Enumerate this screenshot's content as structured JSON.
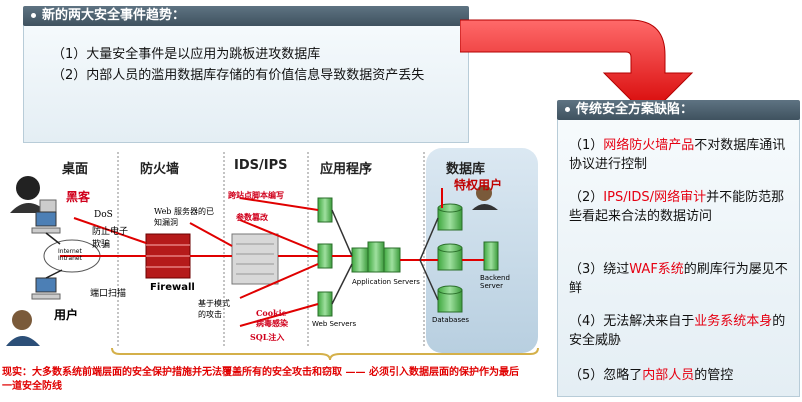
{
  "left_panel": {
    "title": "新的两大安全事件趋势：",
    "items": [
      "（1）大量安全事件是以应用为跳板进攻数据库",
      "（2）内部人员的滥用数据库存储的有价值信息导致数据资产丢失"
    ]
  },
  "right_panel": {
    "title": "传统安全方案缺陷：",
    "items": [
      {
        "p1": "（1）",
        "red": "网络防火墙产品",
        "p2": "不对数据库通讯协议进行控制"
      },
      {
        "p1": "（2）",
        "red": "IPS/IDS/网络审计",
        "p2": "并不能防范那些看起来合法的数据访问"
      },
      {
        "p1": "（3）绕过",
        "red": "WAF系统",
        "p2": "的刷库行为屡见不鲜"
      },
      {
        "p1": "（4）无法解决来自于",
        "red": "业务系统本身",
        "p2": "的安全威胁"
      },
      {
        "p1": "（5）忽略了",
        "red": "内部人员",
        "p2": "的管控"
      }
    ]
  },
  "diagram": {
    "columns": [
      "桌面",
      "防火墙",
      "IDS/IPS",
      "应用程序",
      "数据库"
    ],
    "hacker": "黑客",
    "user": "用户",
    "privileged_user": "特权用户",
    "labels": {
      "dos": "DoS",
      "deny_electronic": "防止电子\n欺骗",
      "internet": "Internet\nIntranet",
      "port_scan": "端口扫描",
      "firewall": "Firewall",
      "web_vuln": "Web 服务器的已\n知漏洞",
      "xss": "跨站点脚本编写",
      "param_tamper": "参数篡改",
      "pattern_attack": "基于模式\n的攻击",
      "cookie": "Cookie\n病毒感染",
      "sqli": "SQL注入",
      "web_servers": "Web Servers",
      "app_servers": "Application Servers",
      "databases": "Databases",
      "backend": "Backend\nServer"
    },
    "note": "现实：大多数系统前端层面的安全保护措施并无法覆盖所有的安全攻击和窃取 —— 必须引入数据层面的保护作为最后一道安全防线"
  }
}
